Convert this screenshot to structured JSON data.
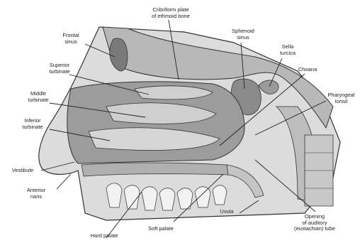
{
  "labels": {
    "cribriform": "Cribriform plate\nof ethmoid bone",
    "frontal_sinus": "Frontal\nsinus",
    "sphenoid_sinus": "Sphenoid\nsinus",
    "sella_turcica": "Sella\nturcica",
    "superior_turbinate": "Superior\nturbinate",
    "choana": "Choana",
    "middle_turbinate": "Middle\nturbinate",
    "pharyngeal_tonsil": "Pharyngeal\ntonsil",
    "inferior_turbinate": "Inferior\nturbinate",
    "vestibule": "Vestibule",
    "anterior_naris": "Anterior\nnaris",
    "uvula": "Uvula",
    "opening_auditory_tube": "Opening\nof auditory\n(eustachian) tube",
    "soft_palate": "Soft palate",
    "hard_palate": "Hard palate"
  },
  "colors": {
    "ink": "#222222",
    "tissue": "#d9d9d9",
    "bone": "#bdbdbd",
    "cavity": "#8f8f8f",
    "shade": "#6e6e6e"
  }
}
